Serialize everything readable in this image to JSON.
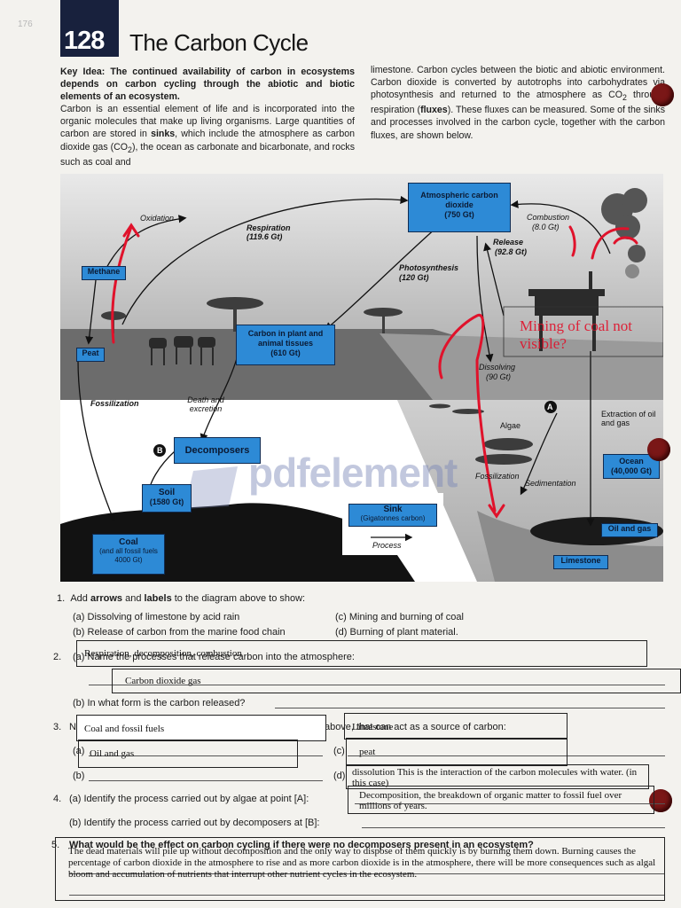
{
  "page_number": "176",
  "activity": {
    "number": "128",
    "title": "The Carbon Cycle"
  },
  "intro": {
    "key_idea_label": "Key Idea:",
    "key_idea_text": "The continued availability of carbon in ecosystems depends on carbon cycling through the abiotic and biotic elements of an ecosystem.",
    "para_col1_a": "Carbon is an essential element of life and is incorporated into the organic molecules that make up living organisms. Large quantities of carbon are stored in ",
    "para_col1_sinks": "sinks",
    "para_col1_b": ", which include the atmosphere as carbon dioxide gas (CO",
    "para_col1_c": "), the ocean as carbonate and bicarbonate, and rocks such as coal and",
    "para_col2_a": "limestone. Carbon cycles between the biotic and abiotic environment. Carbon dioxide is converted by autotrophs into carbohydrates via photosynthesis and returned to the atmosphere as CO",
    "para_col2_b": " through respiration (",
    "para_col2_fluxes": "fluxes",
    "para_col2_c": "). These fluxes can be measured. Some of the sinks and processes involved in the carbon cycle, together with the carbon fluxes, are shown below.",
    "subscript_2": "2"
  },
  "diagram": {
    "sinks": {
      "atmosphere": {
        "name": "Atmospheric carbon dioxide",
        "value": "(750 Gt)"
      },
      "plants": {
        "name": "Carbon in plant and animal tissues",
        "value": "(610 Gt)"
      },
      "soil": {
        "name": "Soil",
        "value": "(1580 Gt)"
      },
      "coal": {
        "name": "Coal",
        "sub": "(and all fossil fuels 4000 Gt)"
      },
      "ocean": {
        "name": "Ocean",
        "value": "(40,000 Gt)"
      },
      "methane": "Methane",
      "peat": "Peat",
      "decomposers": "Decomposers",
      "oil_gas": "Oil and gas",
      "limestone": "Limestone"
    },
    "processes": {
      "oxidation": "Oxidation",
      "respiration": "Respiration",
      "respiration_value": "(119.6 Gt)",
      "photosynthesis": "Photosynthesis",
      "photosynthesis_value": "(120 Gt)",
      "combustion": "Combustion",
      "combustion_value": "(8.0 Gt)",
      "release": "Release",
      "release_value": "(92.8 Gt)",
      "dissolving": "Dissolving",
      "dissolving_value": "(90 Gt)",
      "fossilization_left": "Fossilization",
      "fossilization_right": "Fossilization",
      "death_excretion": "Death and excretion",
      "algae": "Algae",
      "sedimentation": "Sedimentation",
      "extraction": "Extraction of oil and gas"
    },
    "markers": {
      "a": "A",
      "b": "B"
    },
    "key": {
      "sink": "Sink",
      "sink_sub": "(Gigatonnes carbon)",
      "process": "Process"
    },
    "annotation": "Mining of coal not visible?",
    "watermark": "pdfelement"
  },
  "questions": {
    "q1": {
      "num": "1.",
      "text_a": "Add ",
      "text_arrows": "arrows",
      "text_and": " and ",
      "text_labels": "labels",
      "text_b": " to the diagram above to show:",
      "a": "(a) Dissolving of limestone by acid rain",
      "b": "(b) Release of carbon from the marine food chain",
      "c": "(c) Mining and burning of coal",
      "d": "(d) Burning of plant material."
    },
    "q2": {
      "num": "2.",
      "a": "(a) Name the processes that release carbon into the atmosphere:",
      "answer_a": "Respiration, decomposition, combustion",
      "b": "(b) In what form is the carbon released?",
      "answer_b": "Carbon dioxide gas"
    },
    "q3": {
      "num": "3.",
      "text": "Name the four geological reservoirs (sinks), in the diagram above, that can act as a source of carbon:",
      "overlay_1": "Coal and fossil fuels",
      "overlay_2": "Limestone",
      "a_label": "(a)",
      "a_answer": "Oil and gas",
      "b_label": "(b)",
      "c_label": "(c)",
      "c_answer": "peat",
      "d_label": "(d)",
      "d_answer": "dissolution This is the interaction of the carbon molecules with water. (in this case)"
    },
    "q4": {
      "num": "4.",
      "a": "(a) Identify the process carried out by algae at point [A]:",
      "answer_a": "Decomposition, the breakdown of organic matter to fossil fuel over millions of years.",
      "b": "(b) Identify the process carried out by decomposers at [B]:"
    },
    "q5": {
      "num": "5.",
      "text": "What would be the effect on carbon cycling if there were no decomposers present in an ecosystem?",
      "answer": "The dead materials will pile up without decomposition and the only way to dispose of them quickly is by burning them down. Burning causes the percentage of carbon dioxide in the atmosphere to rise and as more carbon dioxide is in the atmosphere, there will be more consequences such as algal bloom and accumulation of nutrients that interrupt other nutrient cycles in the ecosystem."
    }
  },
  "colors": {
    "sink_blue": "#2d8ad6",
    "header_navy": "#18213d",
    "annotation_red": "#e0122b",
    "pin": "#7a1717"
  }
}
